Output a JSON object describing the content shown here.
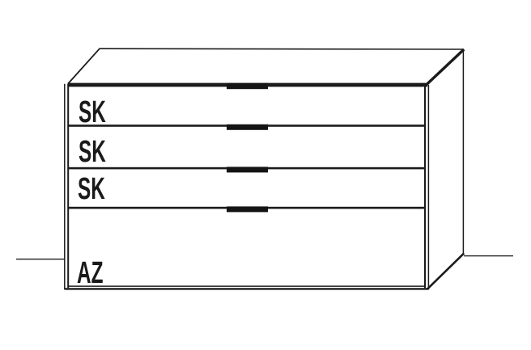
{
  "diagram": {
    "drawers": [
      {
        "label": "SK"
      },
      {
        "label": "SK"
      },
      {
        "label": "SK"
      },
      {
        "label": "AZ"
      }
    ],
    "colors": {
      "line": "#1b1b1b",
      "text": "#1a1a1a",
      "background": "#ffffff",
      "handle": "#141414"
    }
  }
}
